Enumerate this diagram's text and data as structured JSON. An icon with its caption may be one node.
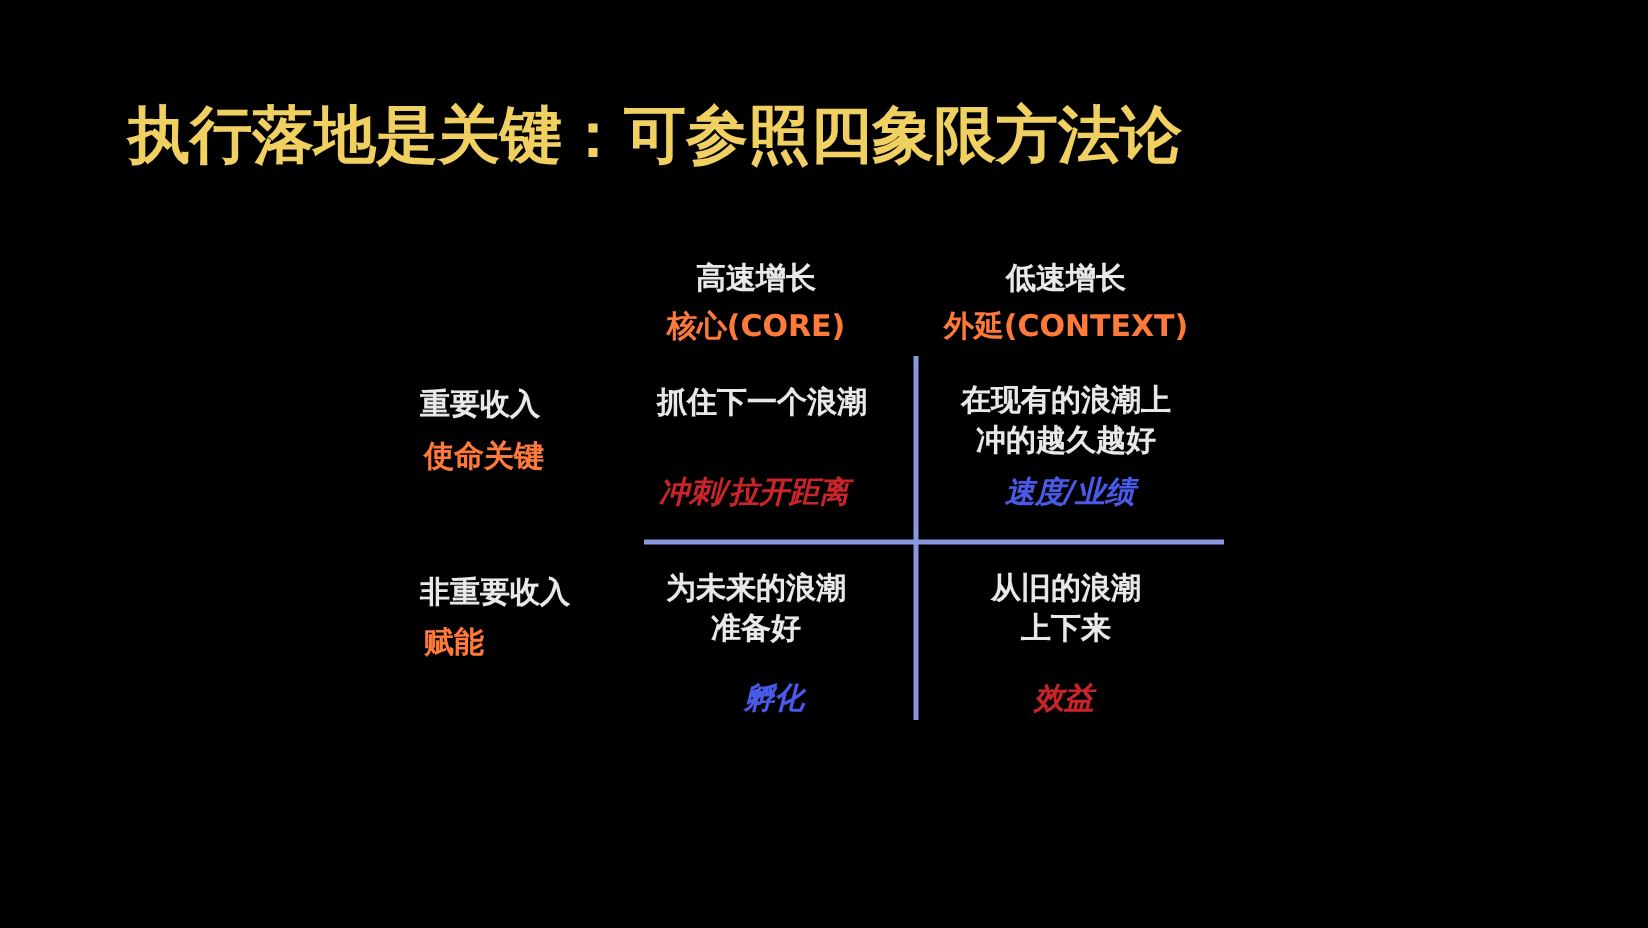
{
  "diagram": {
    "title": "执行落地是关键：可参照四象限方法论",
    "labels": [
      "高速增长",
      "低速增长",
      "核心(CORE)",
      "外延(CONTEXT)",
      "重要收入",
      "抓住下一个浪潮",
      "在现有的浪潮上冲的越久越好",
      "使命关键",
      "冲刺/拉开距离",
      "速度/业绩",
      "非重要收入",
      "为未来的浪潮准备好",
      "从旧的浪潮上下来",
      "赋能",
      "孵化",
      "效益"
    ]
  }
}
